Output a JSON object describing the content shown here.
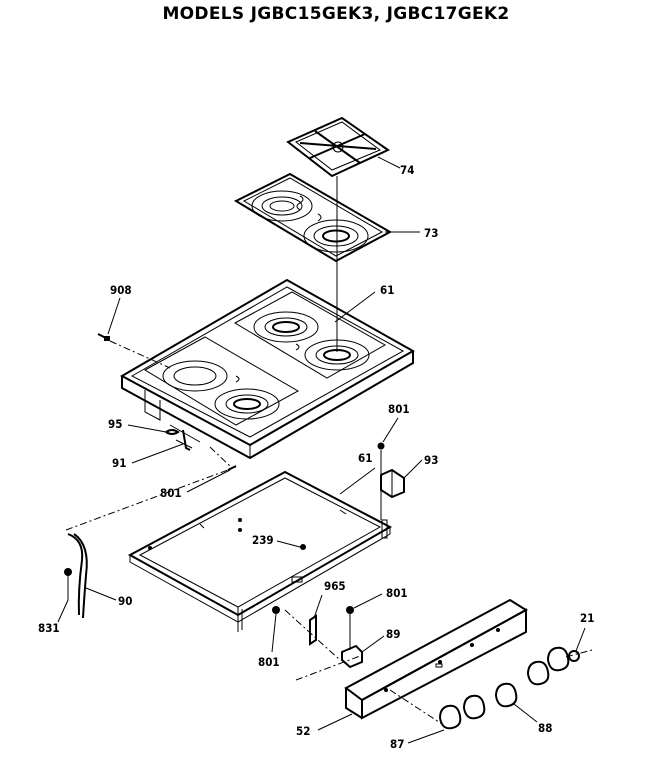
{
  "title": "MODELS JGBC15GEK3, JGBC17GEK2",
  "parts": [
    {
      "id": "p74",
      "label": "74"
    },
    {
      "id": "p73",
      "label": "73"
    },
    {
      "id": "p908",
      "label": "908"
    },
    {
      "id": "p61a",
      "label": "61"
    },
    {
      "id": "p95",
      "label": "95"
    },
    {
      "id": "p91",
      "label": "91"
    },
    {
      "id": "p801a",
      "label": "801"
    },
    {
      "id": "p801b",
      "label": "801"
    },
    {
      "id": "p61b",
      "label": "61"
    },
    {
      "id": "p93",
      "label": "93"
    },
    {
      "id": "p239",
      "label": "239"
    },
    {
      "id": "p965",
      "label": "965"
    },
    {
      "id": "p801c",
      "label": "801"
    },
    {
      "id": "p90",
      "label": "90"
    },
    {
      "id": "p831",
      "label": "831"
    },
    {
      "id": "p89",
      "label": "89"
    },
    {
      "id": "p21",
      "label": "21"
    },
    {
      "id": "p801d",
      "label": "801"
    },
    {
      "id": "p52",
      "label": "52"
    },
    {
      "id": "p88",
      "label": "88"
    },
    {
      "id": "p87",
      "label": "87"
    }
  ]
}
